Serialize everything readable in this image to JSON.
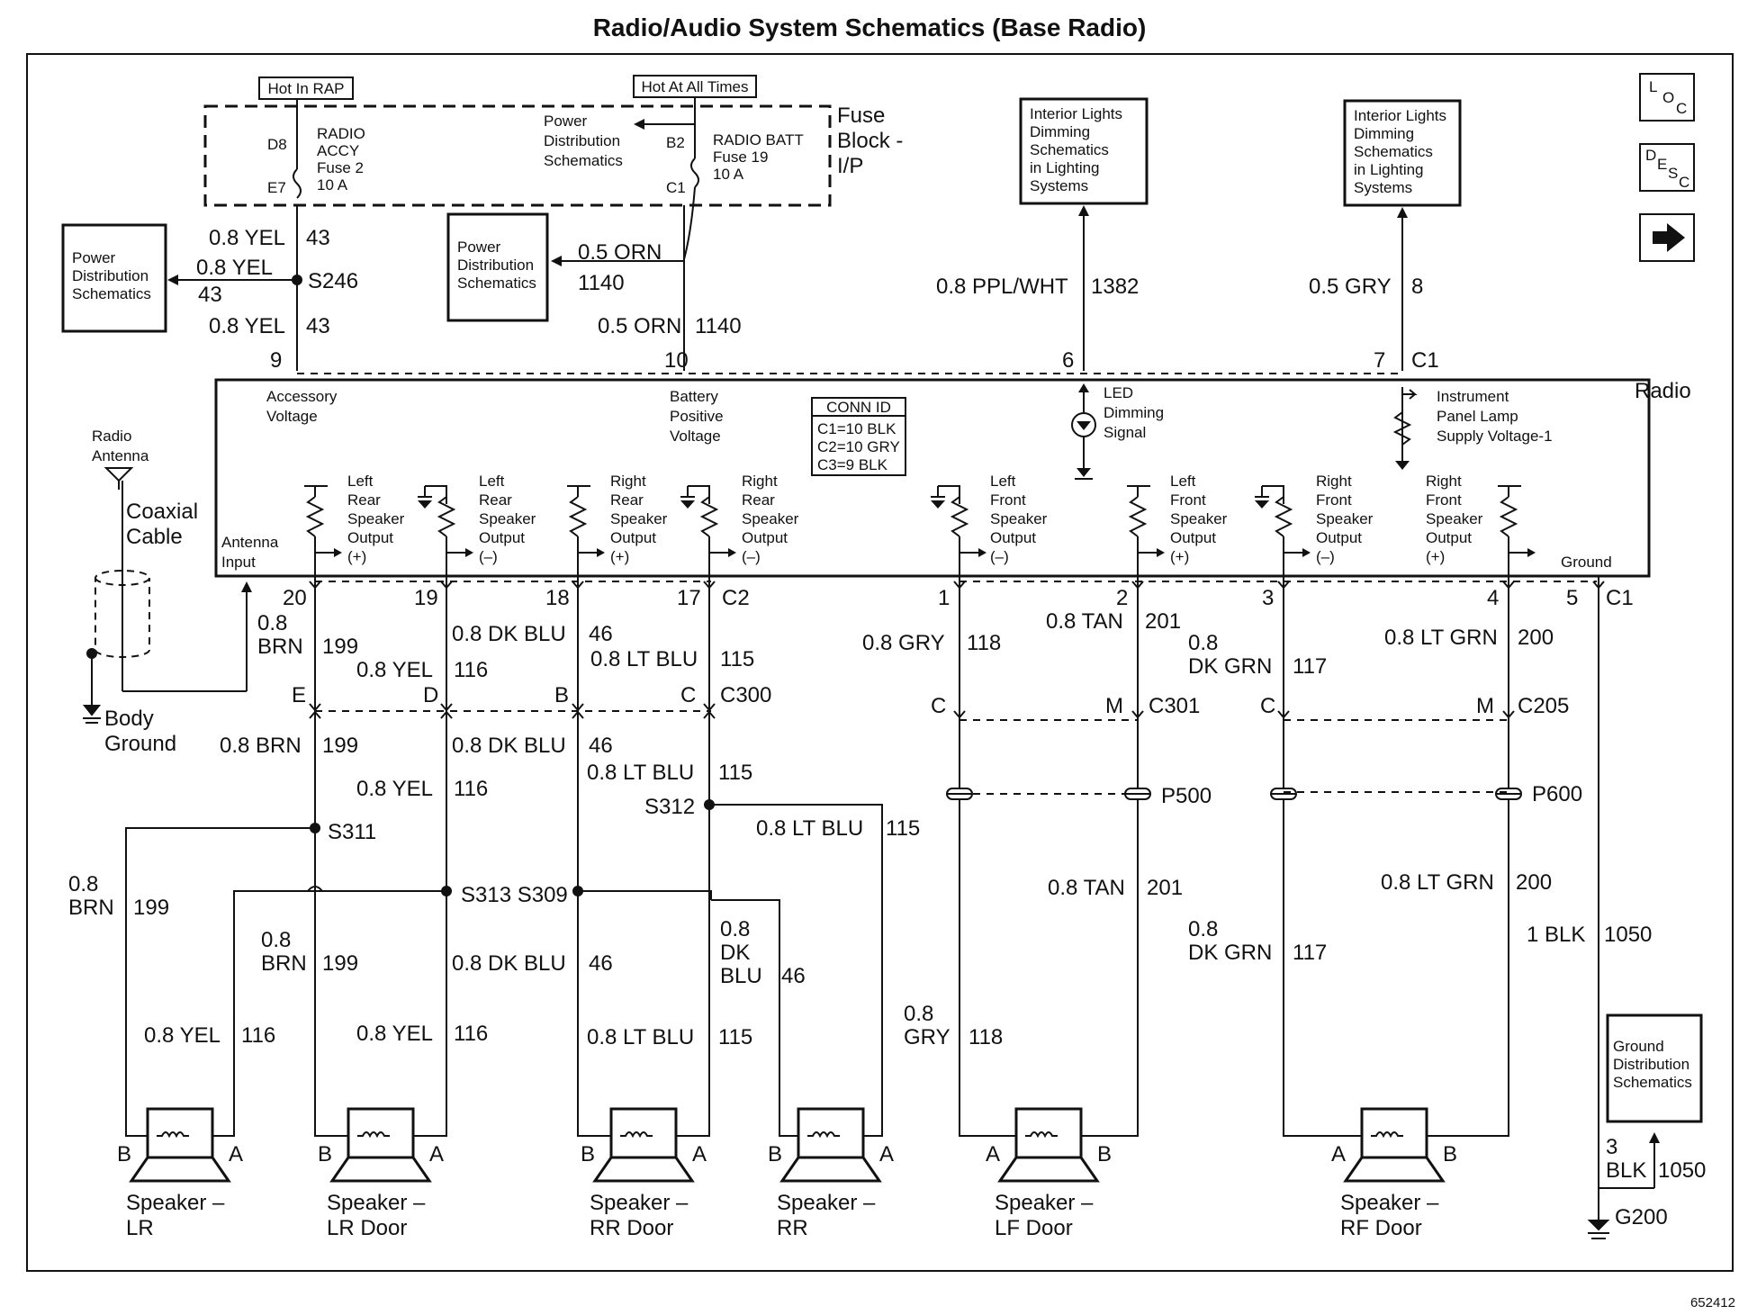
{
  "title": "Radio/Audio System Schematics (Base Radio)",
  "figure_id": "652412",
  "nav": {
    "loc": [
      "L",
      "O",
      "C"
    ],
    "desc": [
      "D",
      "E",
      "S",
      "C"
    ]
  },
  "top": {
    "hot_in_rap": "Hot In RAP",
    "hot_at_all_times": "Hot At All Times",
    "fuse_block": [
      "Fuse",
      "Block -",
      "I/P"
    ],
    "d8": "D8",
    "e7": "E7",
    "b2": "B2",
    "c1": "C1",
    "radio_accy": [
      "RADIO",
      "ACCY",
      "Fuse 2",
      "10 A"
    ],
    "radio_batt": [
      "RADIO BATT",
      "Fuse 19",
      "10 A"
    ],
    "power_dist_inside": [
      "Power",
      "Distribution",
      "Schematics"
    ],
    "power_dist_left": [
      "Power",
      "Distribution",
      "Schematics"
    ],
    "power_dist_mid": [
      "Power",
      "Distribution",
      "Schematics"
    ],
    "interior_lights_1": [
      "Interior Lights",
      "Dimming",
      "Schematics",
      "in Lighting",
      "Systems"
    ],
    "interior_lights_2": [
      "Interior Lights",
      "Dimming",
      "Schematics",
      "in Lighting",
      "Systems"
    ]
  },
  "wires_top": {
    "yel_a": "0.8 YEL",
    "c43_a": "43",
    "yel_b": "0.8 YEL",
    "c43_b": "43",
    "yel_c": "0.8 YEL",
    "c43_c": "43",
    "s246": "S246",
    "orn_a": "0.5 ORN",
    "c1140_a": "1140",
    "orn_b": "0.5 ORN",
    "c1140_b": "1140",
    "ppl": "0.8 PPL/WHT",
    "c1382": "1382",
    "gry": "0.5 GRY",
    "c8": "8",
    "pin9": "9",
    "pin10": "10",
    "pin6": "6",
    "pin7": "7",
    "c1_top": "C1"
  },
  "radio": {
    "name": "Radio",
    "accessory": [
      "Accessory",
      "Voltage"
    ],
    "battery": [
      "Battery",
      "Positive",
      "Voltage"
    ],
    "conn_id": [
      "CONN ID",
      "C1=10 BLK",
      "C2=10 GRY",
      "C3=9 BLK"
    ],
    "led": [
      "LED",
      "Dimming",
      "Signal"
    ],
    "instrument": [
      "Instrument",
      "Panel Lamp",
      "Supply Voltage-1"
    ],
    "antenna_input": [
      "Antenna",
      "Input"
    ],
    "ground": "Ground",
    "lr_pos": [
      "Left",
      "Rear",
      "Speaker",
      "Output",
      "(+)"
    ],
    "lr_neg": [
      "Left",
      "Rear",
      "Speaker",
      "Output",
      "(–)"
    ],
    "rr_pos": [
      "Right",
      "Rear",
      "Speaker",
      "Output",
      "(+)"
    ],
    "rr_neg": [
      "Right",
      "Rear",
      "Speaker",
      "Output",
      "(–)"
    ],
    "lf_neg": [
      "Left",
      "Front",
      "Speaker",
      "Output",
      "(–)"
    ],
    "lf_pos": [
      "Left",
      "Front",
      "Speaker",
      "Output",
      "(+)"
    ],
    "rf_neg": [
      "Right",
      "Front",
      "Speaker",
      "Output",
      "(–)"
    ],
    "rf_pos": [
      "Right",
      "Front",
      "Speaker",
      "Output",
      "(+)"
    ]
  },
  "antenna": {
    "radio_antenna": [
      "Radio",
      "Antenna"
    ],
    "coaxial": [
      "Coaxial",
      "Cable"
    ],
    "body_ground": [
      "Body",
      "Ground"
    ]
  },
  "pins": {
    "p20": "20",
    "p19": "19",
    "p18": "18",
    "p17": "17",
    "c2": "C2",
    "p1": "1",
    "p2": "2",
    "p3": "3",
    "p4": "4",
    "p5": "5",
    "c1b": "C1"
  },
  "connectors": {
    "e": "E",
    "d": "D",
    "b": "B",
    "c": "C",
    "c300": "C300",
    "c_l": "C",
    "m_l": "M",
    "c301": "C301",
    "c_r": "C",
    "m_r": "M",
    "c205": "C205",
    "p500": "P500",
    "p600": "P600",
    "s311": "S311",
    "s312": "S312",
    "s313_s309": "S313 S309"
  },
  "wire_labels": {
    "brn_upper": [
      "0.8",
      "BRN"
    ],
    "brn_upper_c": "199",
    "dkblu_upper": "0.8 DK BLU",
    "dkblu_upper_c": "46",
    "yel_upper": "0.8 YEL",
    "yel_upper_c": "116",
    "ltblu_upper": "0.8 LT BLU",
    "ltblu_upper_c": "115",
    "brn_mid": "0.8 BRN",
    "brn_mid_c": "199",
    "dkblu_mid": "0.8 DK BLU",
    "dkblu_mid_c": "46",
    "yel_mid": "0.8 YEL",
    "yel_mid_c": "116",
    "ltblu_mid": "0.8 LT BLU",
    "ltblu_mid_c": "115",
    "ltblu_rr": "0.8 LT BLU",
    "ltblu_rr_c": "115",
    "brn_lr": [
      "0.8",
      "BRN"
    ],
    "brn_lr_c": "199",
    "brn_lrd": [
      "0.8",
      "BRN"
    ],
    "brn_lrd_c": "199",
    "dkblu_rrd": "0.8 DK BLU",
    "dkblu_rrd_c": "46",
    "dkblu_rr": [
      "0.8",
      "DK",
      "BLU"
    ],
    "dkblu_rr_c": "46",
    "yel_lr": "0.8 YEL",
    "yel_lr_c": "116",
    "yel_lrd": "0.8 YEL",
    "yel_lrd_c": "116",
    "ltblu_rrd": "0.8 LT BLU",
    "ltblu_rrd_c": "115",
    "gry_upper": "0.8 GRY",
    "gry_upper_c": "118",
    "tan_upper": "0.8 TAN",
    "tan_upper_c": "201",
    "dkgrn_upper": [
      "0.8",
      "DK GRN"
    ],
    "dkgrn_upper_c": "117",
    "ltgrn_upper": "0.8 LT GRN",
    "ltgrn_upper_c": "200",
    "tan_lower": "0.8 TAN",
    "tan_lower_c": "201",
    "ltgrn_lower": "0.8 LT GRN",
    "ltgrn_lower_c": "200",
    "dkgrn_lower": [
      "0.8",
      "DK GRN"
    ],
    "dkgrn_lower_c": "117",
    "gry_lower": [
      "0.8",
      "GRY"
    ],
    "gry_lower_c": "118",
    "blk1": "1 BLK",
    "blk1_c": "1050",
    "blk3": [
      "3",
      "BLK"
    ],
    "blk3_c": "1050"
  },
  "ground_dist": [
    "Ground",
    "Distribution",
    "Schematics"
  ],
  "g200": "G200",
  "speakers": [
    {
      "left_pin": "B",
      "right_pin": "A",
      "name": [
        "Speaker –",
        "LR"
      ]
    },
    {
      "left_pin": "B",
      "right_pin": "A",
      "name": [
        "Speaker –",
        "LR Door"
      ]
    },
    {
      "left_pin": "B",
      "right_pin": "A",
      "name": [
        "Speaker –",
        "RR Door"
      ]
    },
    {
      "left_pin": "B",
      "right_pin": "A",
      "name": [
        "Speaker –",
        "RR"
      ]
    },
    {
      "left_pin": "A",
      "right_pin": "B",
      "name": [
        "Speaker –",
        "LF Door"
      ]
    },
    {
      "left_pin": "A",
      "right_pin": "B",
      "name": [
        "Speaker –",
        "RF Door"
      ]
    }
  ]
}
